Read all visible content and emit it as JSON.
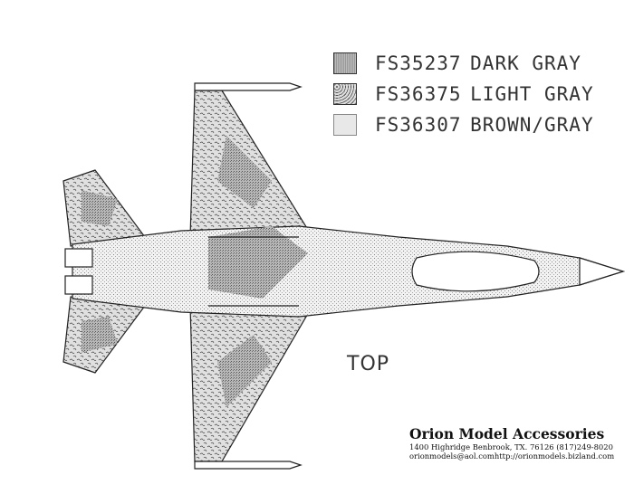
{
  "legend": [
    {
      "code": "FS35237",
      "name": "DARK GRAY",
      "pattern": "dark",
      "color": "#9a9a9a"
    },
    {
      "code": "FS36375",
      "name": "LIGHT GRAY",
      "pattern": "light",
      "color": "#cfcfcf"
    },
    {
      "code": "FS36307",
      "name": "BROWN/GRAY",
      "pattern": "brown",
      "color": "#e4e4e4"
    }
  ],
  "view_label": "TOP",
  "company": {
    "name": "Orion Model Accessories",
    "address": "1400 Highridge  Benbrook, TX. 76126  (817)249-8020",
    "email": "orionmodels@aol.com",
    "website": "http://orionmodels.bizland.com"
  }
}
